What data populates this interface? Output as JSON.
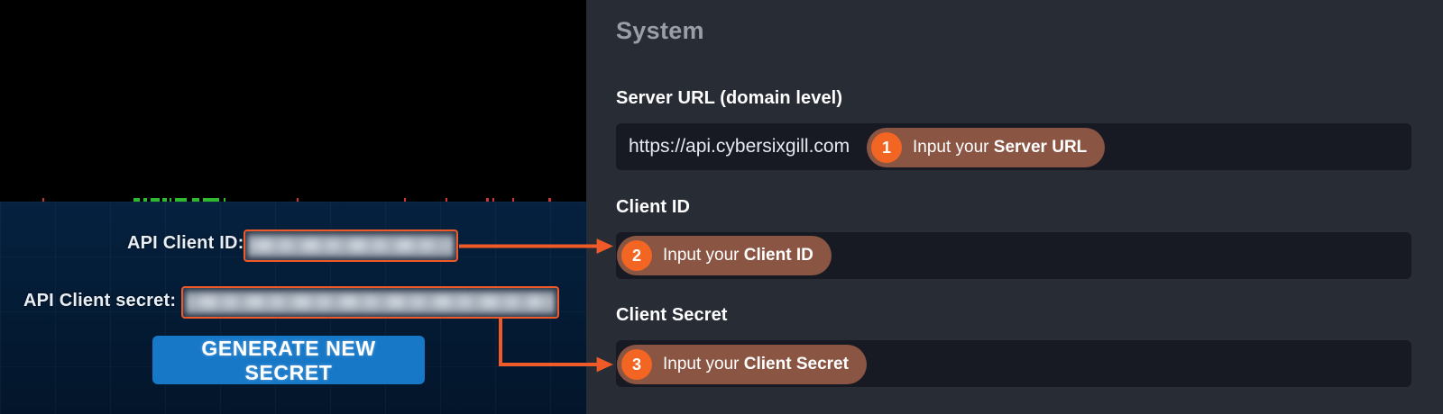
{
  "left_panel": {
    "name": "cybersixgill-api-credentials-panel",
    "client_id_label": "API Client ID:",
    "client_secret_label": "API Client secret:",
    "client_id_value": "",
    "client_secret_value": "",
    "generate_button_label": "GENERATE NEW SECRET",
    "button_color": "#1878c8",
    "background_color": "#041c36",
    "top_region_color": "#000000"
  },
  "right_panel": {
    "name": "system-settings-panel",
    "title": "System",
    "background_color": "#282c34",
    "input_background_color": "#171a23",
    "fields": [
      {
        "label": "Server URL (domain level)",
        "value": "https://api.cybersixgill.com",
        "placeholder": ""
      },
      {
        "label": "Client ID",
        "value": "",
        "placeholder": ""
      },
      {
        "label": "Client Secret",
        "value": "",
        "placeholder": ""
      }
    ]
  },
  "annotations": {
    "accent_color": "#f26522",
    "pill_color": "#8a5543",
    "items": [
      {
        "number": "1",
        "prefix": "Input your ",
        "emphasis": "Server URL"
      },
      {
        "number": "2",
        "prefix": "Input your ",
        "emphasis": "Client ID"
      },
      {
        "number": "3",
        "prefix": "Input your ",
        "emphasis": "Client Secret"
      }
    ]
  }
}
